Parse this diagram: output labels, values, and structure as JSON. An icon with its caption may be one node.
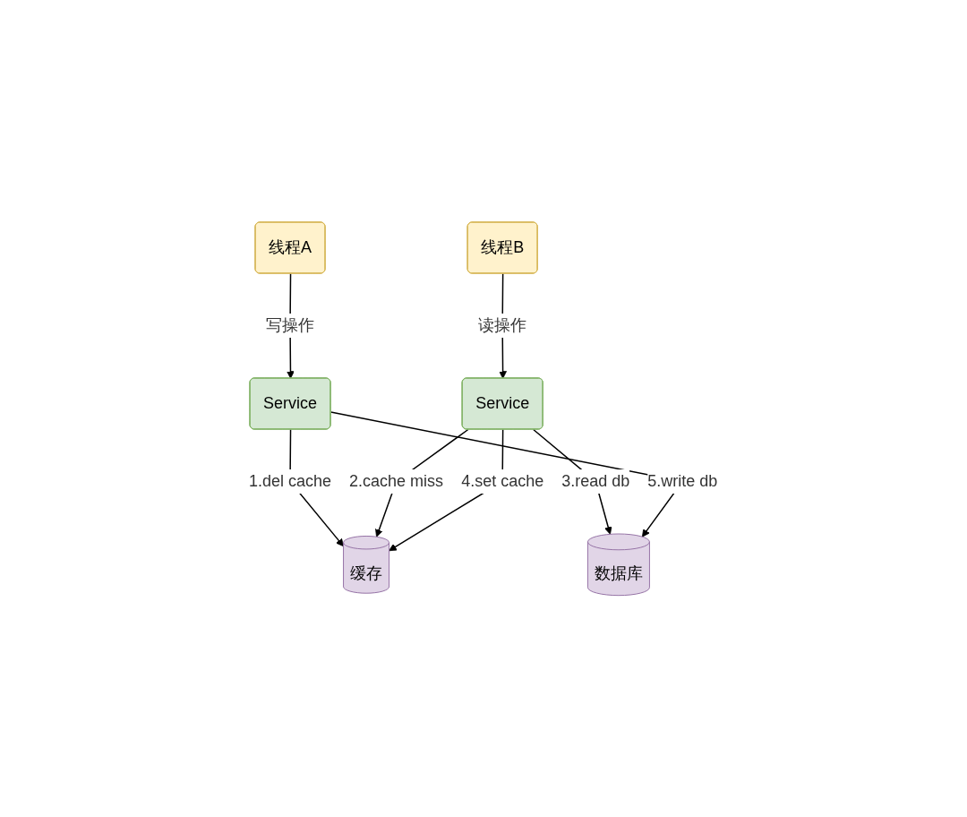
{
  "diagram": {
    "nodes": [
      {
        "text": [
          "线程A"
        ]
      },
      {
        "text": [
          "线程B"
        ]
      },
      {
        "text": [
          "Service"
        ]
      },
      {
        "text": [
          "Service"
        ]
      },
      {
        "text": [
          "数据库"
        ]
      },
      {
        "text": [
          "缓存"
        ]
      }
    ],
    "edges": [
      {
        "from": 0,
        "to": 2,
        "arrow": "to",
        "label": "写操作"
      },
      {
        "from": 1,
        "to": 3,
        "arrow": "to",
        "label": "读操作"
      },
      {
        "from": 2,
        "to": 5,
        "arrow": "to",
        "label": "1.del cache"
      },
      {
        "from": 3,
        "to": 5,
        "arrow": "to",
        "label": "2.cache miss"
      },
      {
        "from": 3,
        "to": 4,
        "arrow": "to",
        "label": "3.read db"
      },
      {
        "from": 3,
        "to": 5,
        "arrow": "to",
        "label": "4.set cache"
      },
      {
        "from": 2,
        "to": 4,
        "arrow": "to",
        "label": "5.write db"
      }
    ]
  }
}
